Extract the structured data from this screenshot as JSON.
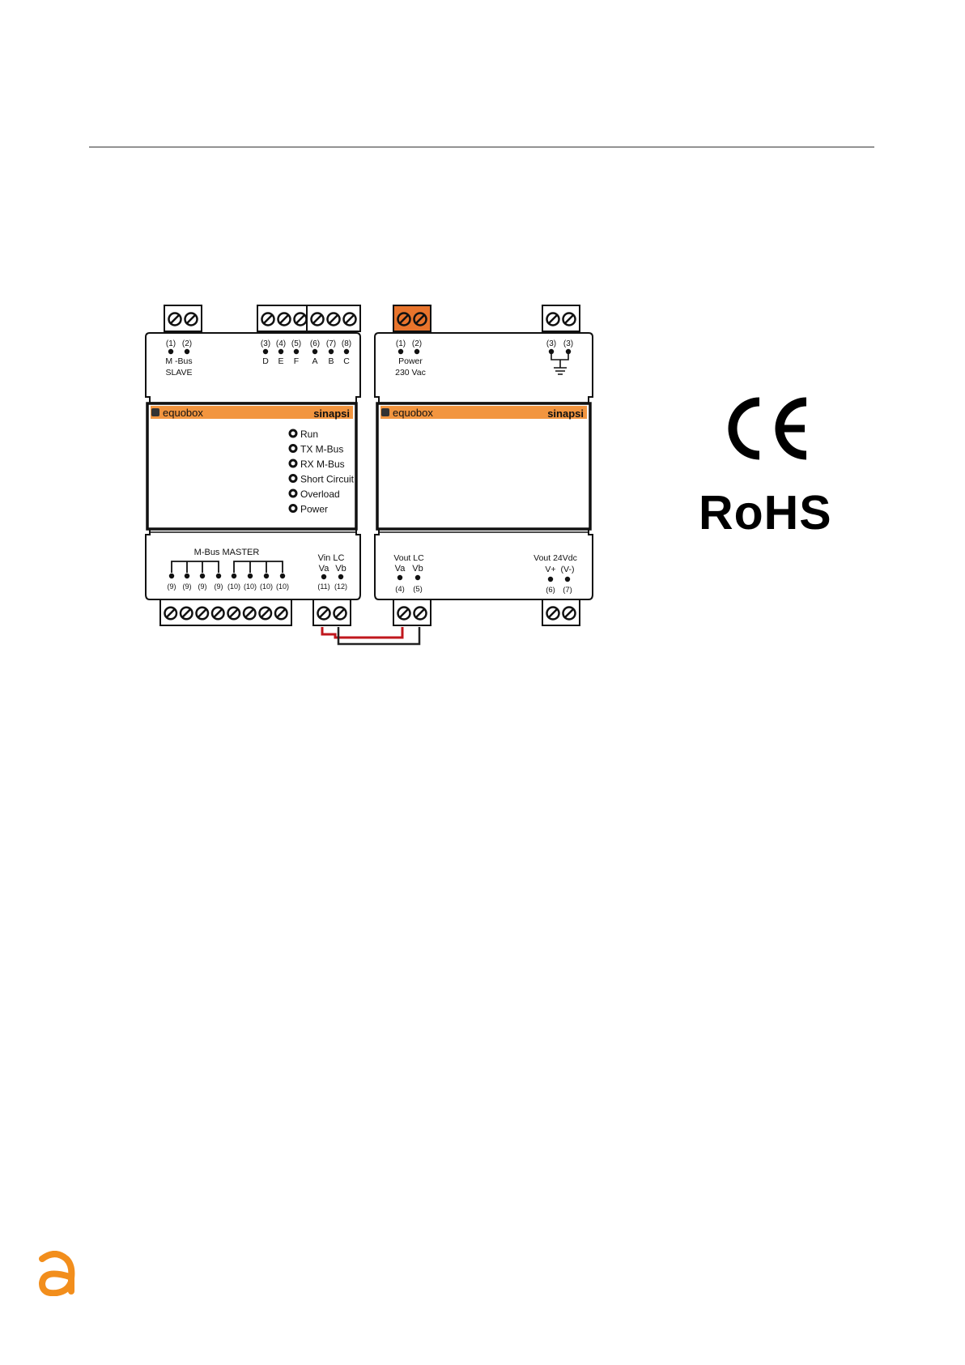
{
  "module_left": {
    "top_terminals": {
      "slave_numbers": [
        "(1)",
        "(2)"
      ],
      "slave_label_line1": "M -Bus",
      "slave_label_line2": "SLAVE",
      "numbers": [
        "(3)",
        "(4)",
        "(5)",
        "(6)",
        "(7)",
        "(8)"
      ],
      "letters": [
        "D",
        "E",
        "F",
        "A",
        "B",
        "C"
      ]
    },
    "brand": "equobox",
    "maker": "sinapsi",
    "leds": [
      "Run",
      "TX M-Bus",
      "RX M-Bus",
      "Short Circuit",
      "Overload",
      "Power"
    ],
    "bottom_terminals": {
      "master_label": "M-Bus MASTER",
      "master_numbers": [
        "(9)",
        "(9)",
        "(9)",
        "(9)",
        "(10)",
        "(10)",
        "(10)",
        "(10)"
      ],
      "vin_label": "Vin LC",
      "vin_letters": [
        "Va",
        "Vb"
      ],
      "vin_numbers": [
        "(11)",
        "(12)"
      ]
    }
  },
  "module_right": {
    "top_terminals": {
      "power_numbers": [
        "(1)",
        "(2)"
      ],
      "power_label_line1": "Power",
      "power_label_line2": "230 Vac",
      "ground_numbers": [
        "(3)",
        "(3)"
      ]
    },
    "brand": "equobox",
    "maker": "sinapsi",
    "bottom_terminals": {
      "vout_lc_label": "Vout LC",
      "vout_lc_letters": [
        "Va",
        "Vb"
      ],
      "vout_lc_numbers": [
        "(4)",
        "(5)"
      ],
      "vout_dc_label": "Vout 24Vdc",
      "vout_dc_letters": [
        "V+",
        "(V-)"
      ],
      "vout_dc_numbers": [
        "(6)",
        "(7)"
      ]
    }
  },
  "marks": {
    "ce": "CE",
    "rohs": "RoHS"
  },
  "colors": {
    "accent_orange": "#F2953F",
    "power_terminal": "#E8742C",
    "wire_red": "#C0171D",
    "wire_black": "#222222",
    "logo_orange": "#F28E1C"
  }
}
